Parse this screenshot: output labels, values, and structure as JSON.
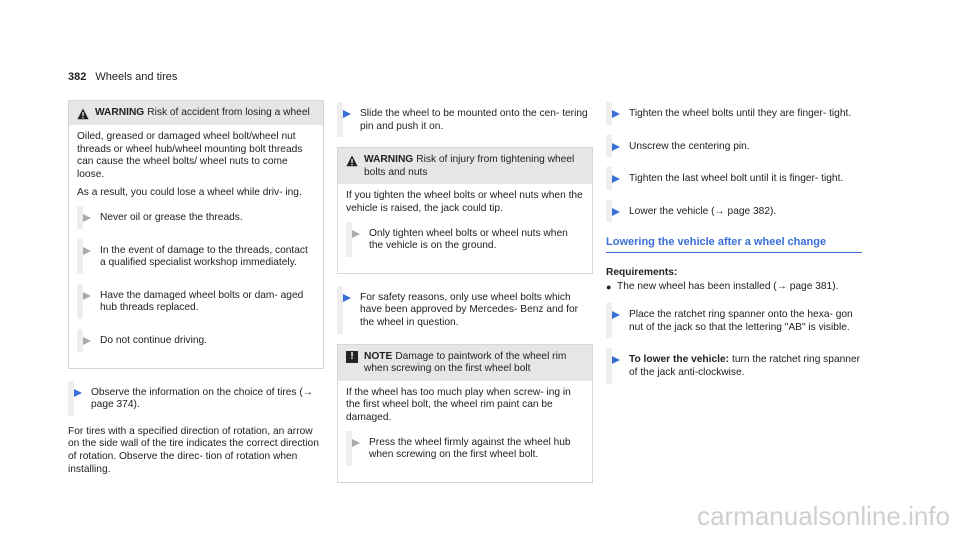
{
  "header": {
    "page_number": "382",
    "section": "Wheels and tires"
  },
  "col1": {
    "warning": {
      "keyword": "WARNING",
      "title": "Risk of accident from losing a wheel",
      "p1": "Oiled, greased or damaged wheel bolt/wheel nut threads or wheel hub/wheel mounting bolt threads can cause the wheel bolts/ wheel nuts to come loose.",
      "p2": "As a result, you could lose a wheel while driv- ing.",
      "steps": [
        "Never oil or grease the threads.",
        "In the event of damage to the threads, contact a qualified specialist workshop immediately.",
        "Have the damaged wheel bolts or dam- aged hub threads replaced.",
        "Do not continue driving."
      ]
    },
    "step": "Observe the information on the choice of tires (→ page 374).",
    "para": "For tires with a specified direction of rotation, an arrow on the side wall of the tire indicates the correct direction of rotation. Observe the direc- tion of rotation when installing."
  },
  "col2": {
    "step1": "Slide the wheel to be mounted onto the cen- tering pin and push it on.",
    "warning": {
      "keyword": "WARNING",
      "title": "Risk of injury from tightening wheel bolts and nuts",
      "p1": "If you tighten the wheel bolts or wheel nuts when the vehicle is raised, the jack could tip.",
      "step": "Only tighten wheel bolts or wheel nuts when the vehicle is on the ground."
    },
    "step2": "For safety reasons, only use wheel bolts which have been approved by Mercedes- Benz and for the wheel in question.",
    "note": {
      "icon": "!",
      "keyword": "NOTE",
      "title": "Damage to paintwork of the wheel rim when screwing on the first wheel bolt",
      "p1": "If the wheel has too much play when screw- ing in the first wheel bolt, the wheel rim paint can be damaged.",
      "step": "Press the wheel firmly against the wheel hub when screwing on the first wheel bolt."
    }
  },
  "col3": {
    "steps": [
      "Tighten the wheel bolts until they are finger- tight.",
      "Unscrew the centering pin.",
      "Tighten the last wheel bolt until it is finger- tight.",
      "Lower the vehicle (→ page 382)."
    ],
    "section_title": "Lowering the vehicle after a wheel change",
    "requirements_title": "Requirements:",
    "requirement": "The new wheel has been installed (→ page 381).",
    "step_place": "Place the ratchet ring spanner onto the hexa- gon nut of the jack so that the lettering \"AB\" is visible.",
    "step_lower_bold": "To lower the vehicle:",
    "step_lower_text": "turn the ratchet ring spanner of the jack anti-clockwise."
  },
  "watermark": "carmanualsonline.info",
  "colors": {
    "accent": "#3a6fd8",
    "box_header": "#e6e6e6",
    "text": "#222222"
  }
}
